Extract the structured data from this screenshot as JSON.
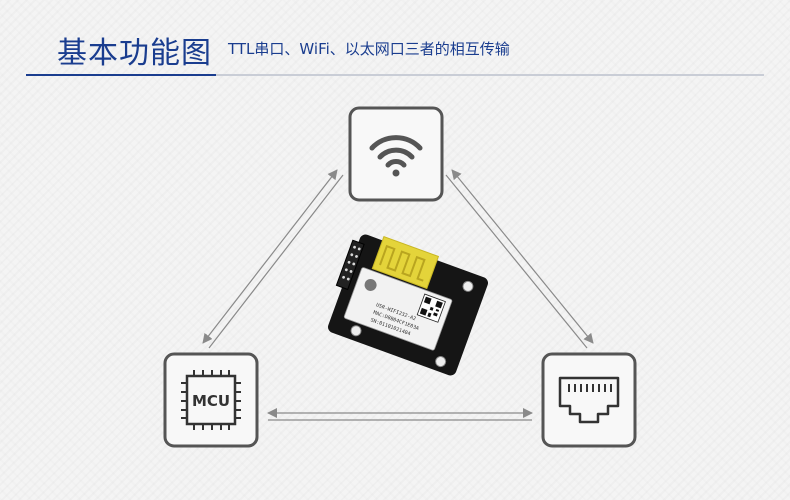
{
  "header": {
    "title": "基本功能图",
    "subtitle": "TTL串口、WiFi、以太网口三者的相互传输"
  },
  "nodes": {
    "wifi": {
      "icon": "wifi-icon"
    },
    "mcu": {
      "icon": "chip-icon",
      "label": "MCU"
    },
    "ethernet": {
      "icon": "ethernet-port-icon"
    }
  },
  "module": {
    "label": "USR-WIFI232-A2",
    "line2": "MAC:D8B04CF1E03A",
    "line3": "SN:01101021404",
    "icon": "qr-code-icon"
  },
  "colors": {
    "title": "#1a3d8f",
    "box_border": "#555555",
    "arrow": "#888888",
    "pcb": "#111111",
    "antenna": "#e3d23a"
  }
}
